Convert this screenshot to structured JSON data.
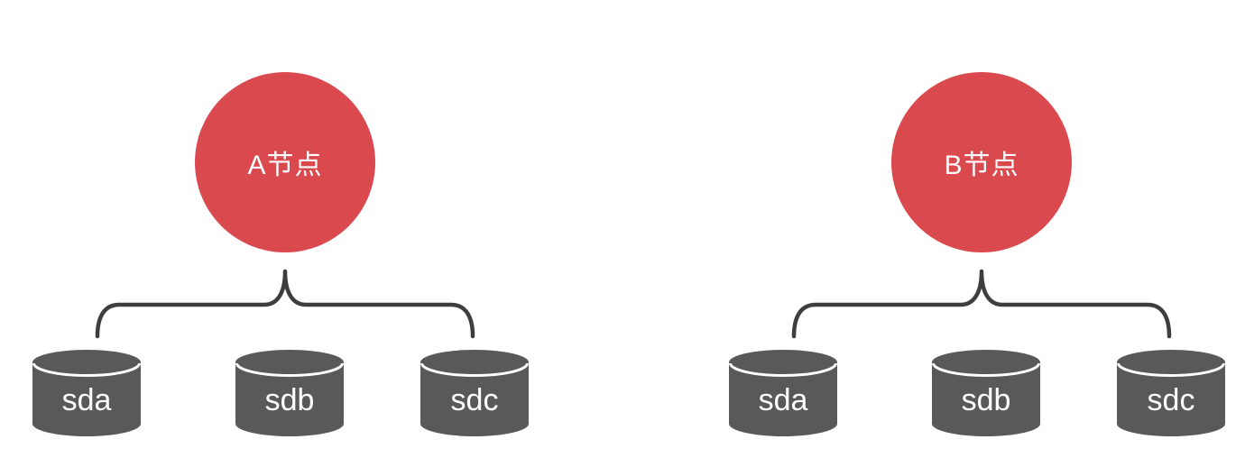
{
  "diagram": {
    "nodes": [
      {
        "label": "A节点",
        "disks": [
          "sda",
          "sdb",
          "sdc"
        ]
      },
      {
        "label": "B节点",
        "disks": [
          "sda",
          "sdb",
          "sdc"
        ]
      }
    ]
  },
  "colors": {
    "node_fill": "#d9494e",
    "disk_fill": "#595959",
    "disk_divider": "#ffffff",
    "brace_stroke": "#3e3e3e",
    "label_text": "#ffffff",
    "background": "#ffffff"
  }
}
